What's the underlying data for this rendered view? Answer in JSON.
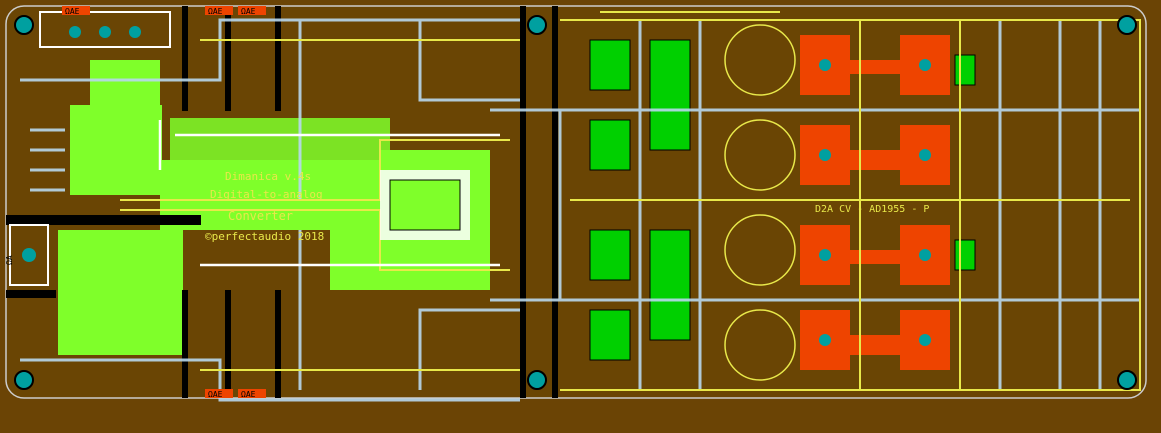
{
  "colors": {
    "background": "#6b4405",
    "board": "#6a4504",
    "copper_top": "#e8e84a",
    "copper_bottom": "#b8d8ee",
    "pour": "#7fff2a",
    "pad_red": "#ee4400",
    "pad_teal": "#00a0a0",
    "black": "#000000",
    "border": "#cccccc"
  },
  "labels": {
    "title_line1": "Dimanica v.4s",
    "title_line2": "Digital-to-analog",
    "title_line3": "Converter",
    "copyright": "©perfectaudio 2018",
    "part_number": "D2A CV - AD1955 - P",
    "connector_top_1": "ΩAE",
    "connector_top_2": "ΩAE",
    "connector_top_3": "ΩAE",
    "connector_bottom_1": "ΩAE",
    "connector_bottom_2": "ΩAE",
    "connector_left": "ΩA"
  }
}
